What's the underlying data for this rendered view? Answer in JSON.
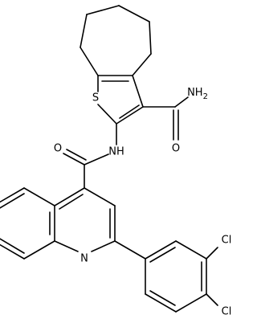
{
  "atoms": {
    "amide_nh2": "NH",
    "amide_nh2_subscript": "2",
    "amide_o_top": "O",
    "thiophene_s": "S",
    "nh_link": "NH",
    "amide_o_left": "O",
    "quinoline_n": "N",
    "cl_upper": "Cl",
    "cl_lower": "Cl"
  },
  "colors": {
    "bond": "#000000",
    "text": "#000000",
    "background": "#ffffff"
  }
}
